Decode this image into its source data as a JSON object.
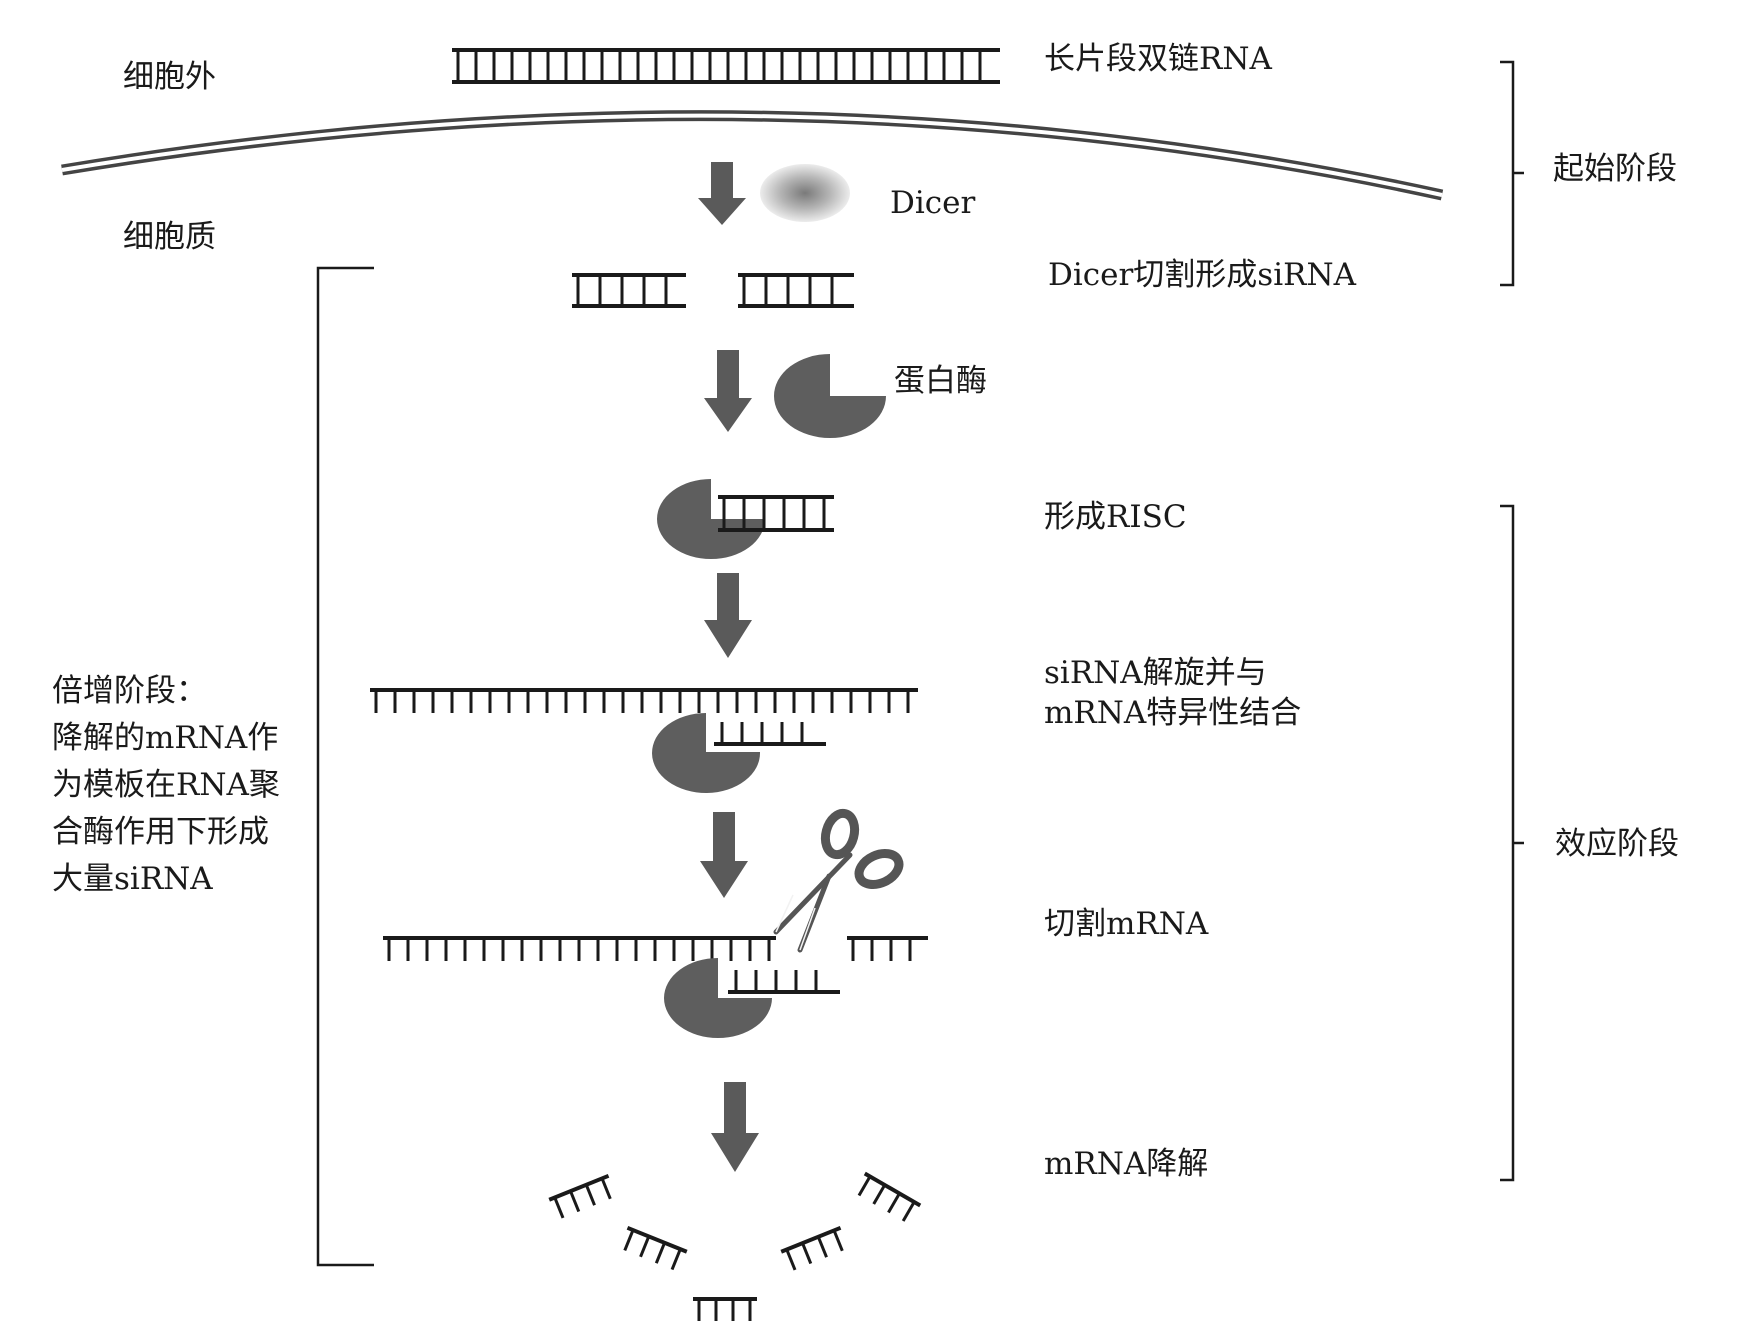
{
  "locations": {
    "extracellular": "细胞外",
    "cytoplasm": "细胞质"
  },
  "molecules": {
    "dicer": "Dicer",
    "protease": "蛋白酶"
  },
  "steps": {
    "long_dsrna": "长片段双链RNA",
    "dicer_cleave": "Dicer切割形成siRNA",
    "form_risc": "形成RISC",
    "unwind_line1": "siRNA解旋并与",
    "unwind_line2": "mRNA特异性结合",
    "cut_mrna": "切割mRNA",
    "mrna_degrade": "mRNA降解"
  },
  "phases": {
    "initiation": "起始阶段",
    "effector": "效应阶段",
    "amplification_lines": [
      "倍增阶段：",
      "降解的mRNA作",
      "为模板在RNA聚",
      "合酶作用下形成",
      "大量siRNA"
    ]
  },
  "colors": {
    "ink": "#1a1a1a",
    "arrow": "#5a5a5a",
    "protein": "#5e5e5e",
    "membrane": "#444444"
  },
  "icons": [
    "down-arrow-icon",
    "dicer-blob-icon",
    "protease-pacman-icon",
    "scissors-icon",
    "rna-duplex-icon"
  ]
}
